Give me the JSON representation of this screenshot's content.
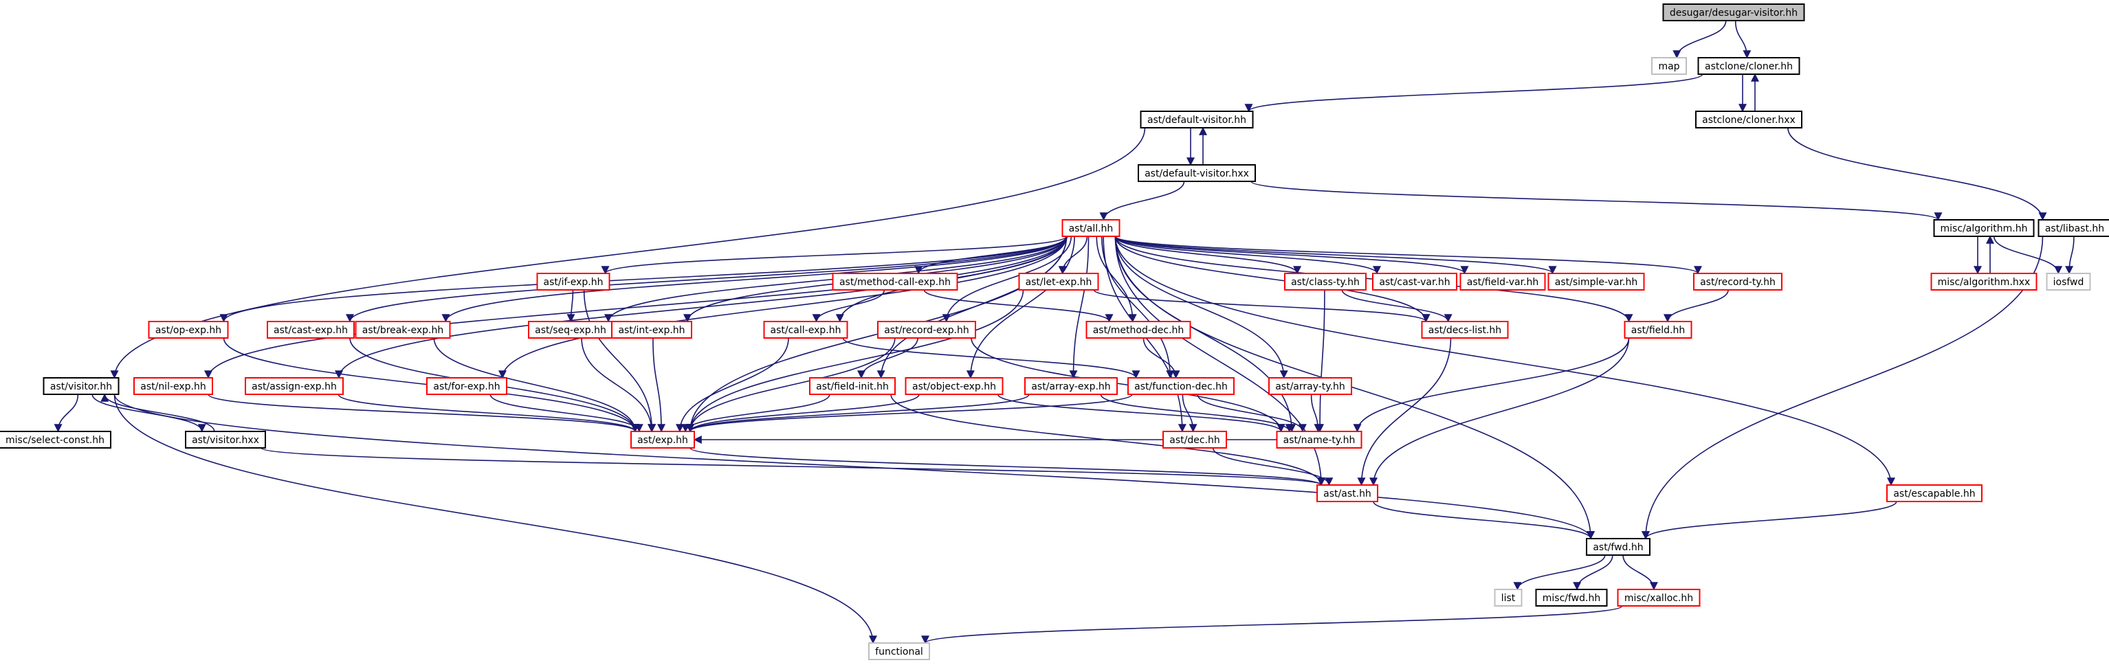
{
  "graph": {
    "root": "desugar/desugar-visitor.hh",
    "colors": {
      "edge": "#191970",
      "root_fill": "#bfbfbf",
      "normal_border": "#000000",
      "expandable_border": "#ff0000",
      "external_border": "#bfbfbf"
    },
    "nodes": [
      {
        "id": "desugar",
        "label": "desugar/desugar-visitor.hh",
        "kind": "root"
      },
      {
        "id": "map",
        "label": "map",
        "kind": "external"
      },
      {
        "id": "cloner_hh",
        "label": "astclone/cloner.hh",
        "kind": "normal"
      },
      {
        "id": "cloner_hxx",
        "label": "astclone/cloner.hxx",
        "kind": "normal"
      },
      {
        "id": "defvis_hh",
        "label": "ast/default-visitor.hh",
        "kind": "normal"
      },
      {
        "id": "defvis_hxx",
        "label": "ast/default-visitor.hxx",
        "kind": "normal"
      },
      {
        "id": "all",
        "label": "ast/all.hh",
        "kind": "expandable"
      },
      {
        "id": "libast",
        "label": "ast/libast.hh",
        "kind": "normal"
      },
      {
        "id": "algo_hh",
        "label": "misc/algorithm.hh",
        "kind": "normal"
      },
      {
        "id": "algo_hxx",
        "label": "misc/algorithm.hxx",
        "kind": "expandable"
      },
      {
        "id": "iosfwd",
        "label": "iosfwd",
        "kind": "external"
      },
      {
        "id": "ifexp",
        "label": "ast/if-exp.hh",
        "kind": "expandable"
      },
      {
        "id": "methcall",
        "label": "ast/method-call-exp.hh",
        "kind": "expandable"
      },
      {
        "id": "letexp",
        "label": "ast/let-exp.hh",
        "kind": "expandable"
      },
      {
        "id": "classty",
        "label": "ast/class-ty.hh",
        "kind": "expandable"
      },
      {
        "id": "castvar",
        "label": "ast/cast-var.hh",
        "kind": "expandable"
      },
      {
        "id": "fieldvar",
        "label": "ast/field-var.hh",
        "kind": "expandable"
      },
      {
        "id": "simplevar",
        "label": "ast/simple-var.hh",
        "kind": "expandable"
      },
      {
        "id": "recordty",
        "label": "ast/record-ty.hh",
        "kind": "expandable"
      },
      {
        "id": "opexp",
        "label": "ast/op-exp.hh",
        "kind": "expandable"
      },
      {
        "id": "castexp",
        "label": "ast/cast-exp.hh",
        "kind": "expandable"
      },
      {
        "id": "breakexp",
        "label": "ast/break-exp.hh",
        "kind": "expandable"
      },
      {
        "id": "seqexp",
        "label": "ast/seq-exp.hh",
        "kind": "expandable"
      },
      {
        "id": "intexp",
        "label": "ast/int-exp.hh",
        "kind": "expandable"
      },
      {
        "id": "callexp",
        "label": "ast/call-exp.hh",
        "kind": "expandable"
      },
      {
        "id": "recordexp",
        "label": "ast/record-exp.hh",
        "kind": "expandable"
      },
      {
        "id": "methdec",
        "label": "ast/method-dec.hh",
        "kind": "expandable"
      },
      {
        "id": "decslist",
        "label": "ast/decs-list.hh",
        "kind": "expandable"
      },
      {
        "id": "field",
        "label": "ast/field.hh",
        "kind": "expandable"
      },
      {
        "id": "visitor_hh",
        "label": "ast/visitor.hh",
        "kind": "normal"
      },
      {
        "id": "nilexp",
        "label": "ast/nil-exp.hh",
        "kind": "expandable"
      },
      {
        "id": "assignexp",
        "label": "ast/assign-exp.hh",
        "kind": "expandable"
      },
      {
        "id": "forexp",
        "label": "ast/for-exp.hh",
        "kind": "expandable"
      },
      {
        "id": "fieldinit",
        "label": "ast/field-init.hh",
        "kind": "expandable"
      },
      {
        "id": "objectexp",
        "label": "ast/object-exp.hh",
        "kind": "expandable"
      },
      {
        "id": "arrayexp",
        "label": "ast/array-exp.hh",
        "kind": "expandable"
      },
      {
        "id": "funcdec",
        "label": "ast/function-dec.hh",
        "kind": "expandable"
      },
      {
        "id": "arrayty",
        "label": "ast/array-ty.hh",
        "kind": "expandable"
      },
      {
        "id": "selectconst",
        "label": "misc/select-const.hh",
        "kind": "normal"
      },
      {
        "id": "visitor_hxx",
        "label": "ast/visitor.hxx",
        "kind": "normal"
      },
      {
        "id": "exp",
        "label": "ast/exp.hh",
        "kind": "expandable"
      },
      {
        "id": "dec",
        "label": "ast/dec.hh",
        "kind": "expandable"
      },
      {
        "id": "namety",
        "label": "ast/name-ty.hh",
        "kind": "expandable"
      },
      {
        "id": "ast",
        "label": "ast/ast.hh",
        "kind": "expandable"
      },
      {
        "id": "escapable",
        "label": "ast/escapable.hh",
        "kind": "expandable"
      },
      {
        "id": "fwd",
        "label": "ast/fwd.hh",
        "kind": "normal"
      },
      {
        "id": "list",
        "label": "list",
        "kind": "external"
      },
      {
        "id": "miscfwd",
        "label": "misc/fwd.hh",
        "kind": "normal"
      },
      {
        "id": "xalloc",
        "label": "misc/xalloc.hh",
        "kind": "expandable"
      },
      {
        "id": "functional",
        "label": "functional",
        "kind": "external"
      }
    ],
    "edges": [
      [
        "desugar",
        "map"
      ],
      [
        "desugar",
        "cloner_hh"
      ],
      [
        "cloner_hh",
        "defvis_hh"
      ],
      [
        "cloner_hh",
        "cloner_hxx"
      ],
      [
        "cloner_hxx",
        "cloner_hh"
      ],
      [
        "cloner_hxx",
        "libast"
      ],
      [
        "defvis_hh",
        "defvis_hxx"
      ],
      [
        "defvis_hh",
        "visitor_hh"
      ],
      [
        "defvis_hxx",
        "defvis_hh"
      ],
      [
        "defvis_hxx",
        "all"
      ],
      [
        "defvis_hxx",
        "algo_hh"
      ],
      [
        "libast",
        "iosfwd"
      ],
      [
        "libast",
        "fwd"
      ],
      [
        "algo_hh",
        "algo_hxx"
      ],
      [
        "algo_hh",
        "iosfwd"
      ],
      [
        "algo_hxx",
        "algo_hh"
      ],
      [
        "all",
        "opexp"
      ],
      [
        "all",
        "castexp"
      ],
      [
        "all",
        "breakexp"
      ],
      [
        "all",
        "assignexp"
      ],
      [
        "all",
        "nilexp"
      ],
      [
        "all",
        "forexp"
      ],
      [
        "all",
        "ifexp"
      ],
      [
        "all",
        "seqexp"
      ],
      [
        "all",
        "intexp"
      ],
      [
        "all",
        "exp"
      ],
      [
        "all",
        "fieldinit"
      ],
      [
        "all",
        "callexp"
      ],
      [
        "all",
        "methcall"
      ],
      [
        "all",
        "recordexp"
      ],
      [
        "all",
        "objectexp"
      ],
      [
        "all",
        "letexp"
      ],
      [
        "all",
        "arrayexp"
      ],
      [
        "all",
        "methdec"
      ],
      [
        "all",
        "funcdec"
      ],
      [
        "all",
        "dec"
      ],
      [
        "all",
        "arrayty"
      ],
      [
        "all",
        "namety"
      ],
      [
        "all",
        "classty"
      ],
      [
        "all",
        "castvar"
      ],
      [
        "all",
        "fieldvar"
      ],
      [
        "all",
        "simplevar"
      ],
      [
        "all",
        "decslist"
      ],
      [
        "all",
        "recordty"
      ],
      [
        "all",
        "field"
      ],
      [
        "all",
        "ast"
      ],
      [
        "all",
        "fwd"
      ],
      [
        "all",
        "escapable"
      ],
      [
        "ifexp",
        "seqexp"
      ],
      [
        "ifexp",
        "exp"
      ],
      [
        "methcall",
        "callexp"
      ],
      [
        "methcall",
        "methdec"
      ],
      [
        "letexp",
        "exp"
      ],
      [
        "letexp",
        "decslist"
      ],
      [
        "classty",
        "decslist"
      ],
      [
        "classty",
        "namety"
      ],
      [
        "recordty",
        "field"
      ],
      [
        "opexp",
        "exp"
      ],
      [
        "castexp",
        "exp"
      ],
      [
        "breakexp",
        "exp"
      ],
      [
        "assignexp",
        "exp"
      ],
      [
        "nilexp",
        "exp"
      ],
      [
        "forexp",
        "exp"
      ],
      [
        "seqexp",
        "exp"
      ],
      [
        "intexp",
        "exp"
      ],
      [
        "callexp",
        "exp"
      ],
      [
        "callexp",
        "funcdec"
      ],
      [
        "recordexp",
        "exp"
      ],
      [
        "recordexp",
        "fieldinit"
      ],
      [
        "recordexp",
        "namety"
      ],
      [
        "methdec",
        "funcdec"
      ],
      [
        "decslist",
        "ast"
      ],
      [
        "field",
        "namety"
      ],
      [
        "field",
        "ast"
      ],
      [
        "fieldinit",
        "exp"
      ],
      [
        "fieldinit",
        "ast"
      ],
      [
        "objectexp",
        "exp"
      ],
      [
        "objectexp",
        "namety"
      ],
      [
        "arrayexp",
        "exp"
      ],
      [
        "arrayexp",
        "namety"
      ],
      [
        "funcdec",
        "exp"
      ],
      [
        "funcdec",
        "dec"
      ],
      [
        "funcdec",
        "namety"
      ],
      [
        "arrayty",
        "namety"
      ],
      [
        "visitor_hh",
        "selectconst"
      ],
      [
        "visitor_hh",
        "visitor_hxx"
      ],
      [
        "visitor_hh",
        "fwd"
      ],
      [
        "visitor_hh",
        "functional"
      ],
      [
        "visitor_hxx",
        "visitor_hh"
      ],
      [
        "visitor_hxx",
        "ast"
      ],
      [
        "exp",
        "ast"
      ],
      [
        "dec",
        "ast"
      ],
      [
        "namety",
        "exp"
      ],
      [
        "ast",
        "fwd"
      ],
      [
        "escapable",
        "fwd"
      ],
      [
        "fwd",
        "list"
      ],
      [
        "fwd",
        "miscfwd"
      ],
      [
        "fwd",
        "xalloc"
      ],
      [
        "xalloc",
        "functional"
      ]
    ]
  }
}
